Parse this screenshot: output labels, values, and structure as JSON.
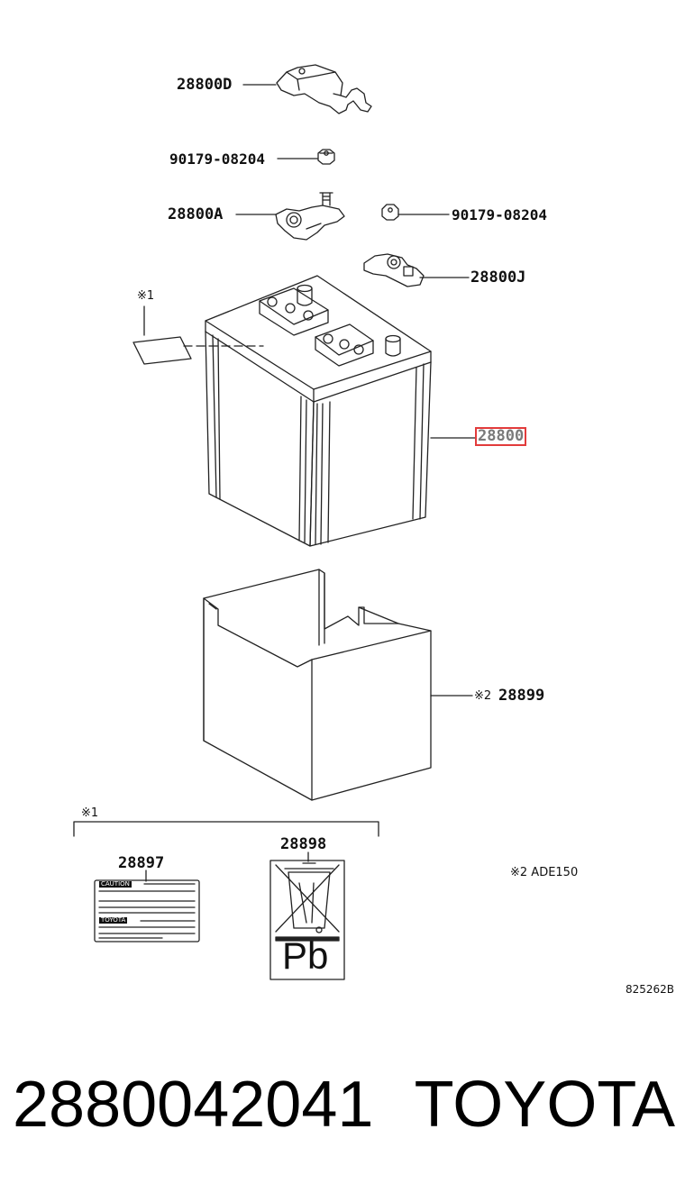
{
  "parts": {
    "terminal_cover": "28800D",
    "nut_upper": "90179-08204",
    "terminal_a": "28800A",
    "nut_right": "90179-08204",
    "terminal_j": "28800J",
    "battery": "28800",
    "tray_box": "28899",
    "tray_box_mark": "※2",
    "label_28897": "28897",
    "label_28898": "28898",
    "note_mark_1": "※1",
    "bracket_mark_1": "※1",
    "note_2": "※2 ADE150",
    "figure_code": "825262B"
  },
  "label_28897_text": {
    "caution_tag": "CAUTION",
    "brand_tag": "TOYOTA"
  },
  "label_28898_text": {
    "symbol": "Pb"
  },
  "footer": {
    "part_number": "2880042041",
    "brand": "TOYOTA"
  },
  "highlight_color": "#e23b3b"
}
